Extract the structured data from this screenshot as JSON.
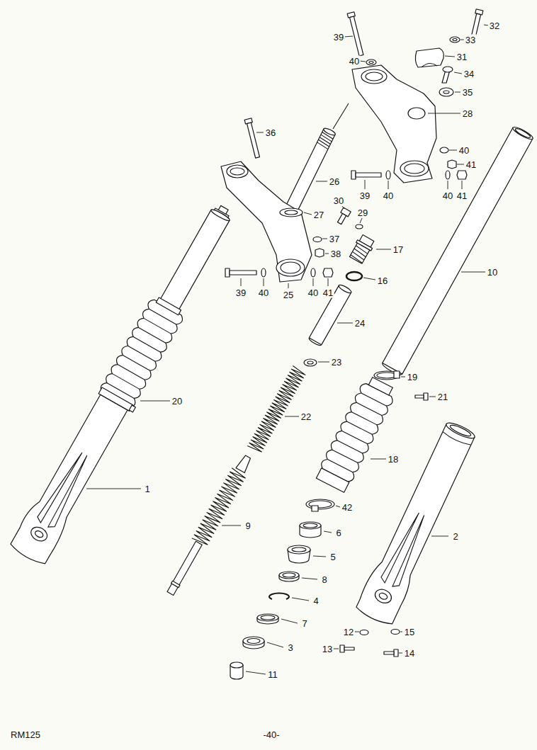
{
  "diagram": {
    "labels": [
      "32",
      "33",
      "39",
      "40",
      "31",
      "34",
      "35",
      "28",
      "40",
      "41",
      "36",
      "26",
      "39",
      "40",
      "40",
      "41",
      "30",
      "29",
      "27",
      "17",
      "37",
      "38",
      "39",
      "40",
      "25",
      "40",
      "41",
      "16",
      "10",
      "24",
      "23",
      "22",
      "20",
      "19",
      "21",
      "1",
      "18",
      "9",
      "2",
      "42",
      "6",
      "5",
      "8",
      "4",
      "15",
      "12",
      "7",
      "13",
      "14",
      "3",
      "11",
      "RM125",
      "-40-"
    ]
  }
}
